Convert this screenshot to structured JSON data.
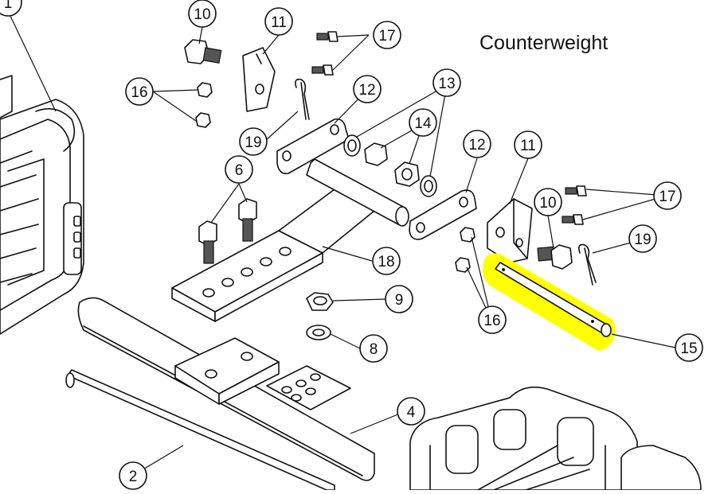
{
  "diagram": {
    "title": "Counterweight",
    "highlight_color": "#ffff00",
    "highlighted_part": "15",
    "callouts": [
      "1",
      "10",
      "11",
      "17",
      "16",
      "12",
      "13",
      "19",
      "14",
      "6",
      "12",
      "11",
      "10",
      "17",
      "19",
      "18",
      "9",
      "16",
      "8",
      "15",
      "4",
      "2"
    ]
  }
}
